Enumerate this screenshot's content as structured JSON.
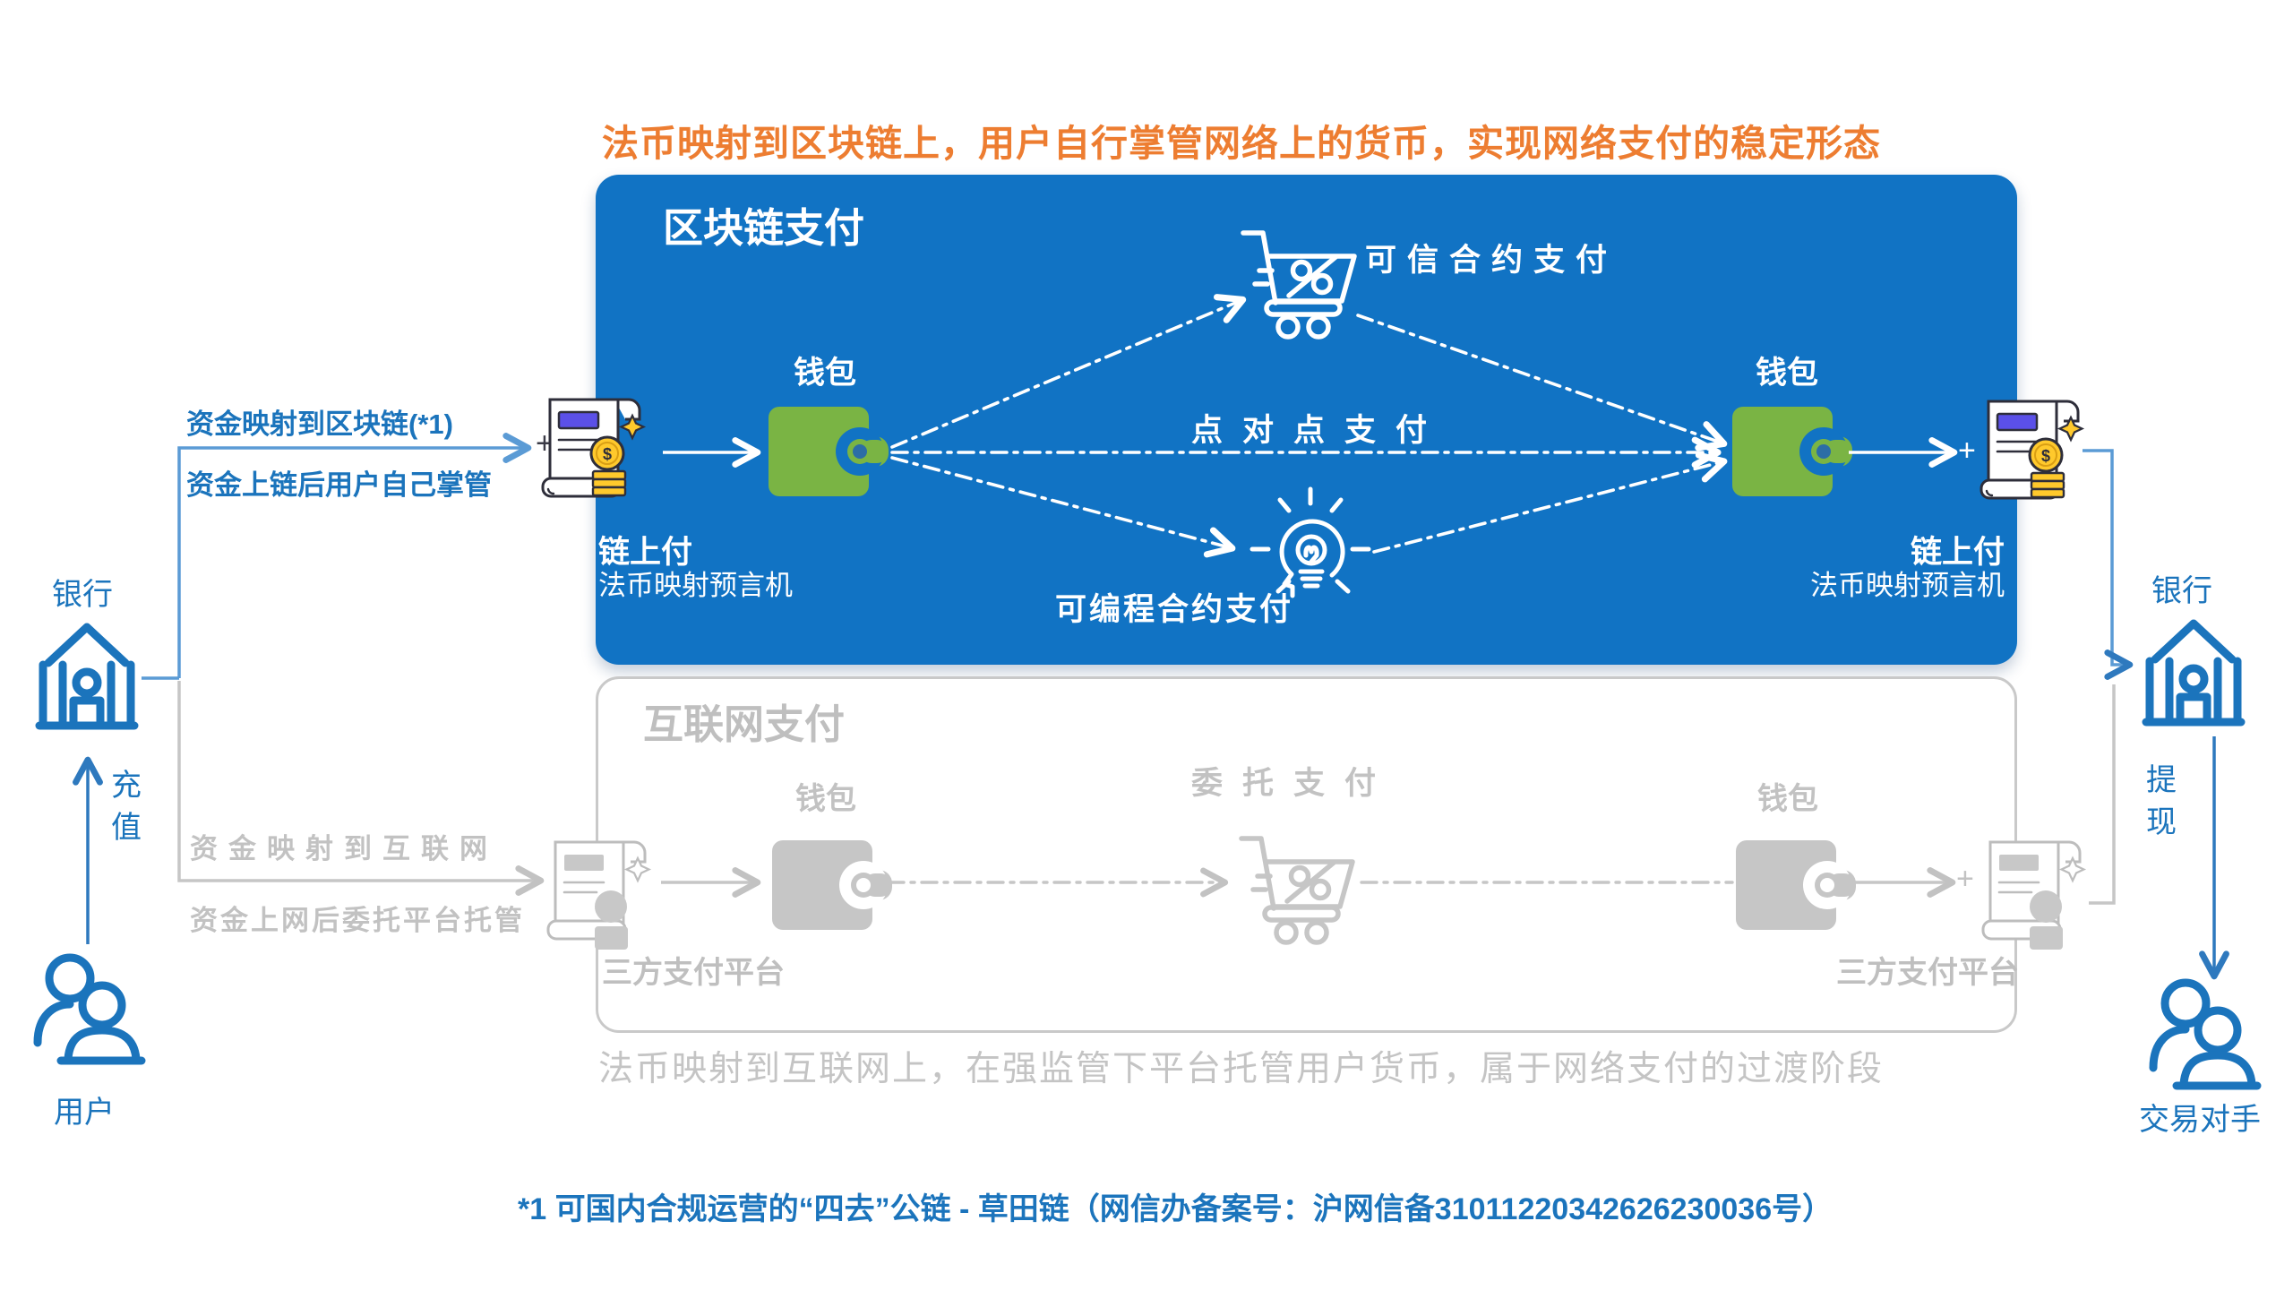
{
  "page": {
    "top_title": "法币映射到区块链上，用户自行掌管网络上的货币，实现网络支付的稳定形态",
    "bottom_note": "*1 可国内合规运营的“四去”公链 - 草田链（网信办备案号：沪网信备31011220342626230036号）"
  },
  "blockchain_panel": {
    "title": "区块链支付",
    "left_wallet_label": "钱包",
    "right_wallet_label": "钱包",
    "trusted_contract_label": "可信合约支付",
    "p2p_label": "点对点支付",
    "programmable_contract_label": "可编程合约支付",
    "left_onchain_pay_label": "链上付",
    "left_oracle_label": "法币映射预言机",
    "right_onchain_pay_label": "链上付",
    "right_oracle_label": "法币映射预言机"
  },
  "internet_panel": {
    "title": "互联网支付",
    "left_wallet_label": "钱包",
    "right_wallet_label": "钱包",
    "delegated_pay_label": "委托支付",
    "left_platform_label": "三方支付平台",
    "right_platform_label": "三方支付平台",
    "caption": "法币映射到互联网上，在强监管下平台托管用户货币，属于网络支付的过渡阶段"
  },
  "left_column": {
    "bank_label": "银行",
    "deposit_label": "充值",
    "user_label": "用户"
  },
  "right_column": {
    "bank_label": "银行",
    "withdraw_label": "提现",
    "counterparty_label": "交易对手"
  },
  "flows": {
    "to_blockchain": "资金映射到区块链(*1)",
    "onchain_custody": "资金上链后用户自己掌管",
    "to_internet": "资金映射到互联网",
    "internet_custody": "资金上网后委托平台托管",
    "plus_left": "+",
    "plus_right": "+",
    "plus_gray_right": "+"
  },
  "colors": {
    "accent_orange": "#ED7D31",
    "panel_blue": "#1173C4",
    "line_blue": "#1B74BC",
    "rail_light_blue": "#5B9BD5",
    "wallet_green": "#7AB444",
    "gray": "#C2C2C2",
    "doc_outline": "#2E2E3A",
    "doc_bar_indigo": "#5B50E8",
    "coin_gold": "#FFC92C"
  }
}
